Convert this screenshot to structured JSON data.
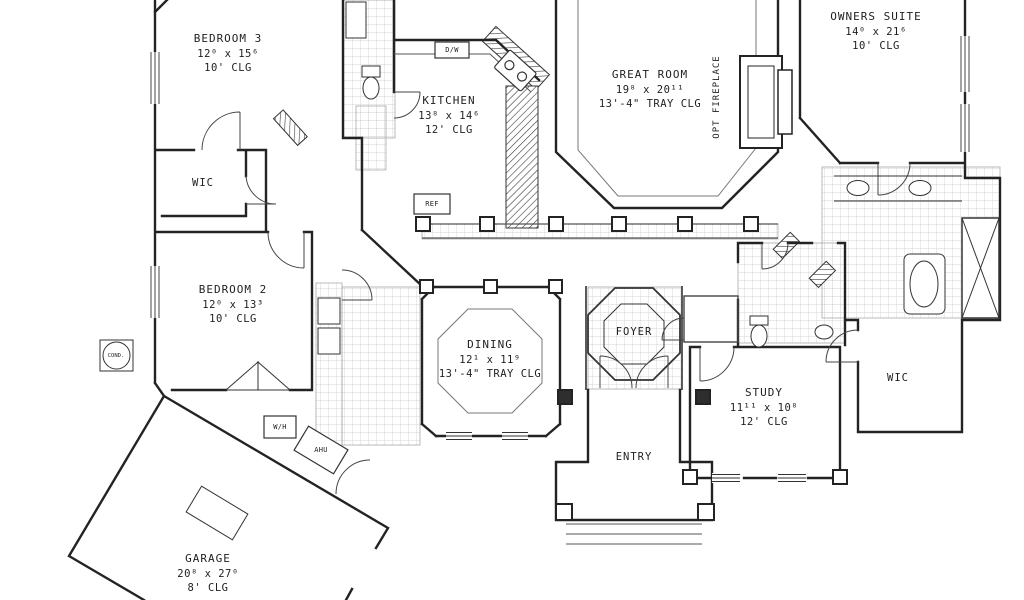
{
  "colors": {
    "ink": "#222222",
    "tile_line": "#c9c9c9",
    "paper": "#ffffff"
  },
  "rooms": {
    "bedroom3": {
      "name": "BEDROOM 3",
      "dim": "12⁰ x 15⁶",
      "clg": "10' CLG"
    },
    "bedroom2": {
      "name": "BEDROOM 2",
      "dim": "12⁰ x 13³",
      "clg": "10' CLG"
    },
    "kitchen": {
      "name": "KITCHEN",
      "dim": "13⁸ x 14⁶",
      "clg": "12' CLG"
    },
    "great_room": {
      "name": "GREAT ROOM",
      "dim": "19⁸ x 20¹¹",
      "clg": "13'-4\" TRAY CLG"
    },
    "owners_suite": {
      "name": "OWNERS SUITE",
      "dim": "14⁰ x 21⁶",
      "clg": "10' CLG"
    },
    "dining": {
      "name": "DINING",
      "dim": "12¹ x 11⁹",
      "clg": "13'-4\" TRAY CLG"
    },
    "study": {
      "name": "STUDY",
      "dim": "11¹¹ x 10⁸",
      "clg": "12' CLG"
    },
    "garage": {
      "name": "GARAGE",
      "dim": "20⁸ x 27⁰",
      "clg": "8' CLG"
    }
  },
  "areas": {
    "foyer": "FOYER",
    "entry": "ENTRY",
    "wic_left": "WIC",
    "wic_right": "WIC",
    "opt_fireplace": "OPT FIREPLACE"
  },
  "equipment": {
    "dw": "D/W",
    "ref": "REF",
    "wh": "W/H",
    "ahu": "AHU",
    "cond": "COND."
  }
}
